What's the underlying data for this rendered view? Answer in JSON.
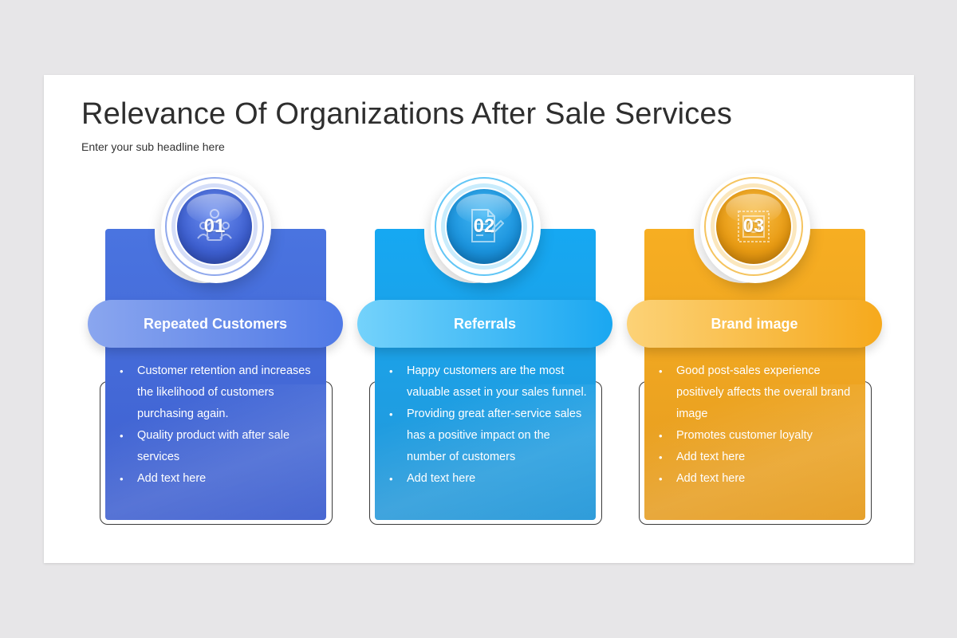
{
  "slide": {
    "title": "Relevance Of Organizations After Sale Services",
    "subtitle": "Enter your sub headline here"
  },
  "cards": [
    {
      "number": "01",
      "heading": "Repeated Customers",
      "icon": "people-meeting-icon",
      "color": "#4565d4",
      "bullets": [
        "Customer retention and increases the likelihood of customers purchasing again.",
        "Quality product with after sale services",
        "Add text here"
      ]
    },
    {
      "number": "02",
      "heading": "Referrals",
      "icon": "document-pencil-icon",
      "color": "#1aa3ec",
      "bullets": [
        "Happy customers are the most valuable asset in your sales funnel.",
        "Providing great after-service sales has a positive impact on the number of customers",
        "Add text here"
      ]
    },
    {
      "number": "03",
      "heading": "Brand image",
      "icon": "stamp-icon",
      "color": "#f2a51c",
      "bullets": [
        "Good post-sales experience positively affects the overall brand image",
        "Promotes customer loyalty",
        "Add text here",
        "Add text here"
      ]
    }
  ]
}
